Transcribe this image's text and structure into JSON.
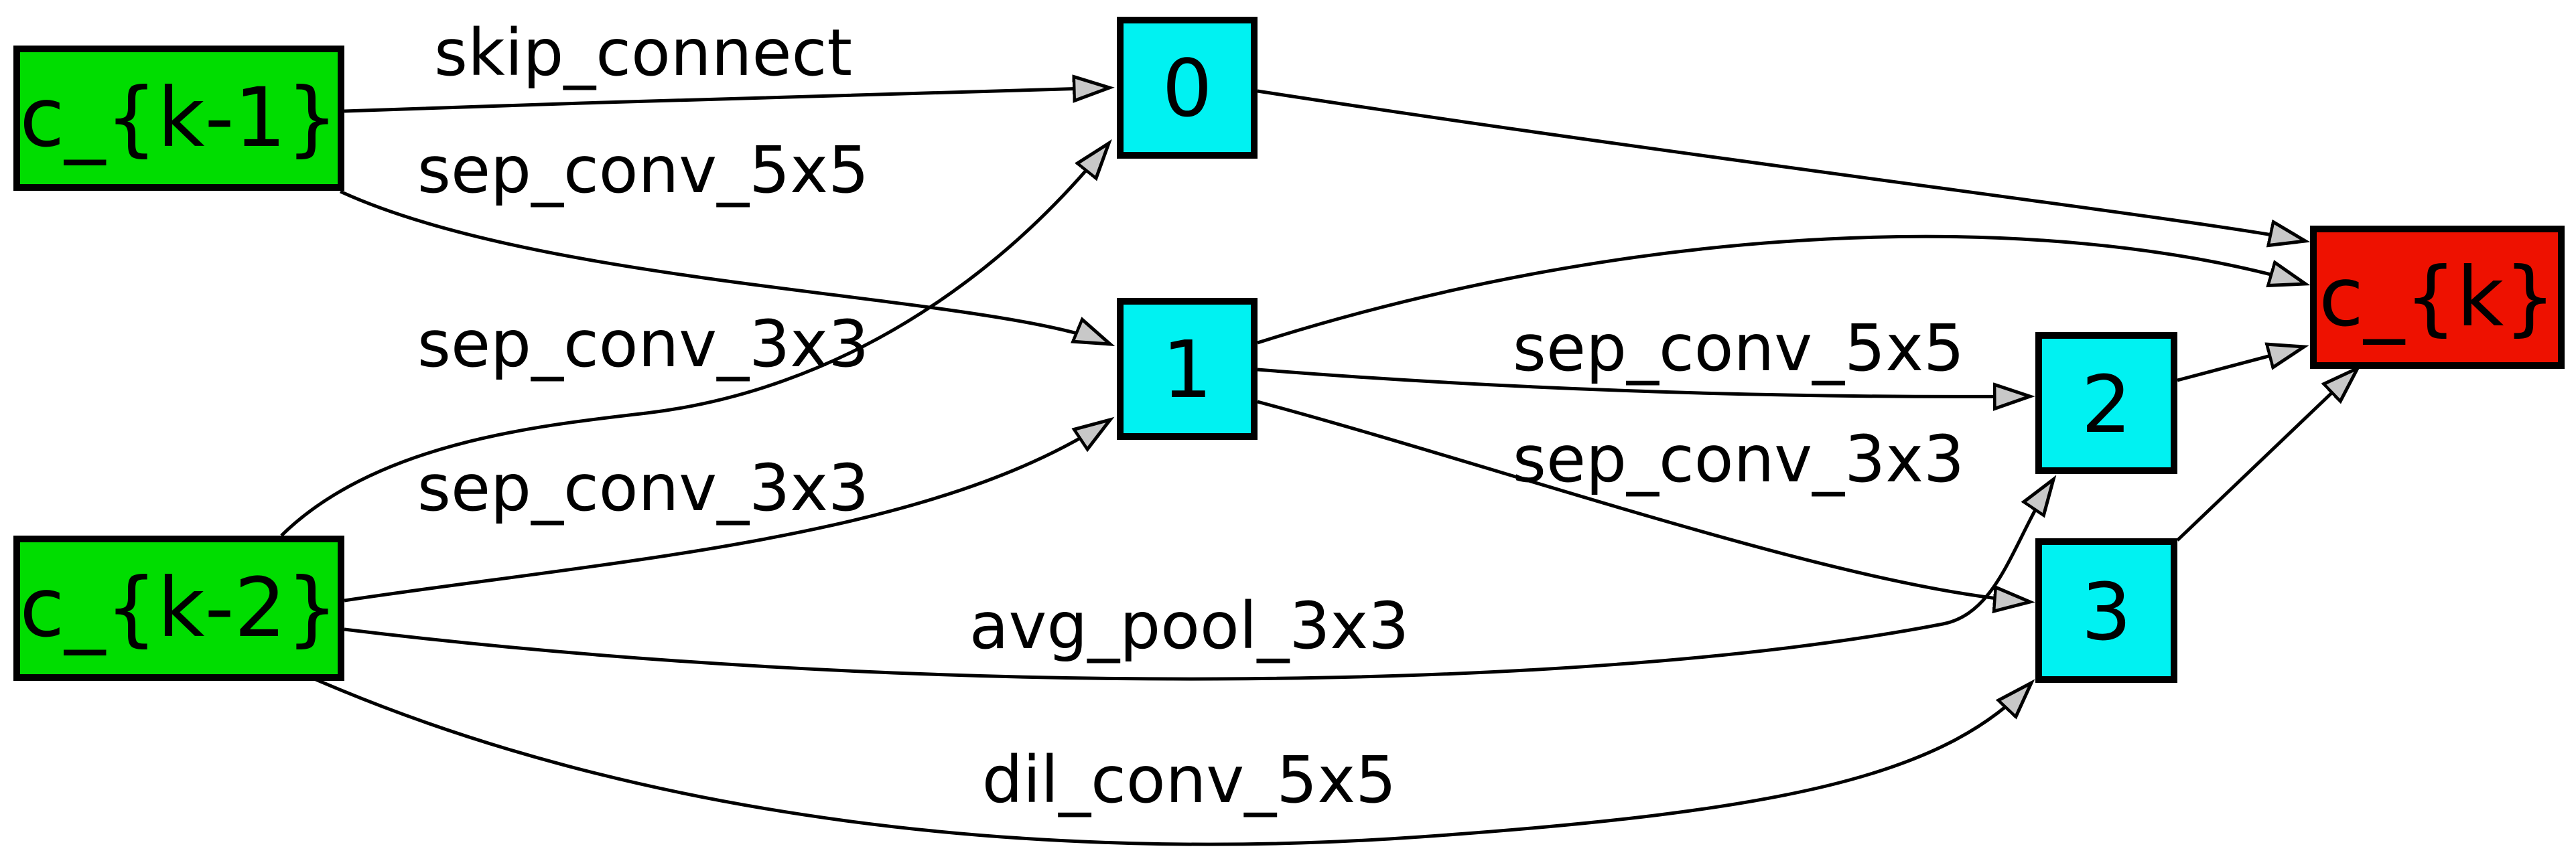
{
  "diagram": {
    "title": "neural-architecture-cell-graph",
    "nodes": [
      {
        "id": "c_k-1",
        "label": "c_{k-1}",
        "role": "input"
      },
      {
        "id": "c_k-2",
        "label": "c_{k-2}",
        "role": "input"
      },
      {
        "id": "0",
        "label": "0",
        "role": "intermediate"
      },
      {
        "id": "1",
        "label": "1",
        "role": "intermediate"
      },
      {
        "id": "2",
        "label": "2",
        "role": "intermediate"
      },
      {
        "id": "3",
        "label": "3",
        "role": "intermediate"
      },
      {
        "id": "c_k",
        "label": "c_{k}",
        "role": "output"
      }
    ],
    "edges": [
      {
        "from": "c_{k-1}",
        "to": "0",
        "op": "skip_connect"
      },
      {
        "from": "c_{k-1}",
        "to": "1",
        "op": "sep_conv_5x5"
      },
      {
        "from": "c_{k-2}",
        "to": "0",
        "op": "sep_conv_3x3"
      },
      {
        "from": "c_{k-2}",
        "to": "1",
        "op": "sep_conv_3x3"
      },
      {
        "from": "1",
        "to": "2",
        "op": "sep_conv_5x5"
      },
      {
        "from": "1",
        "to": "3",
        "op": "sep_conv_3x3"
      },
      {
        "from": "c_{k-2}",
        "to": "2",
        "op": "avg_pool_3x3"
      },
      {
        "from": "c_{k-2}",
        "to": "3",
        "op": "dil_conv_5x5"
      },
      {
        "from": "0",
        "to": "c_{k}"
      },
      {
        "from": "1",
        "to": "c_{k}"
      },
      {
        "from": "2",
        "to": "c_{k}"
      },
      {
        "from": "3",
        "to": "c_{k}"
      }
    ],
    "colors": {
      "input_fill": "#00dd00",
      "intermediate_fill": "#00f2f2",
      "output_fill": "#ee1100",
      "edge_stroke": "#000000",
      "arrowhead_fill": "#c8c8c8",
      "background": "#ffffff"
    }
  }
}
